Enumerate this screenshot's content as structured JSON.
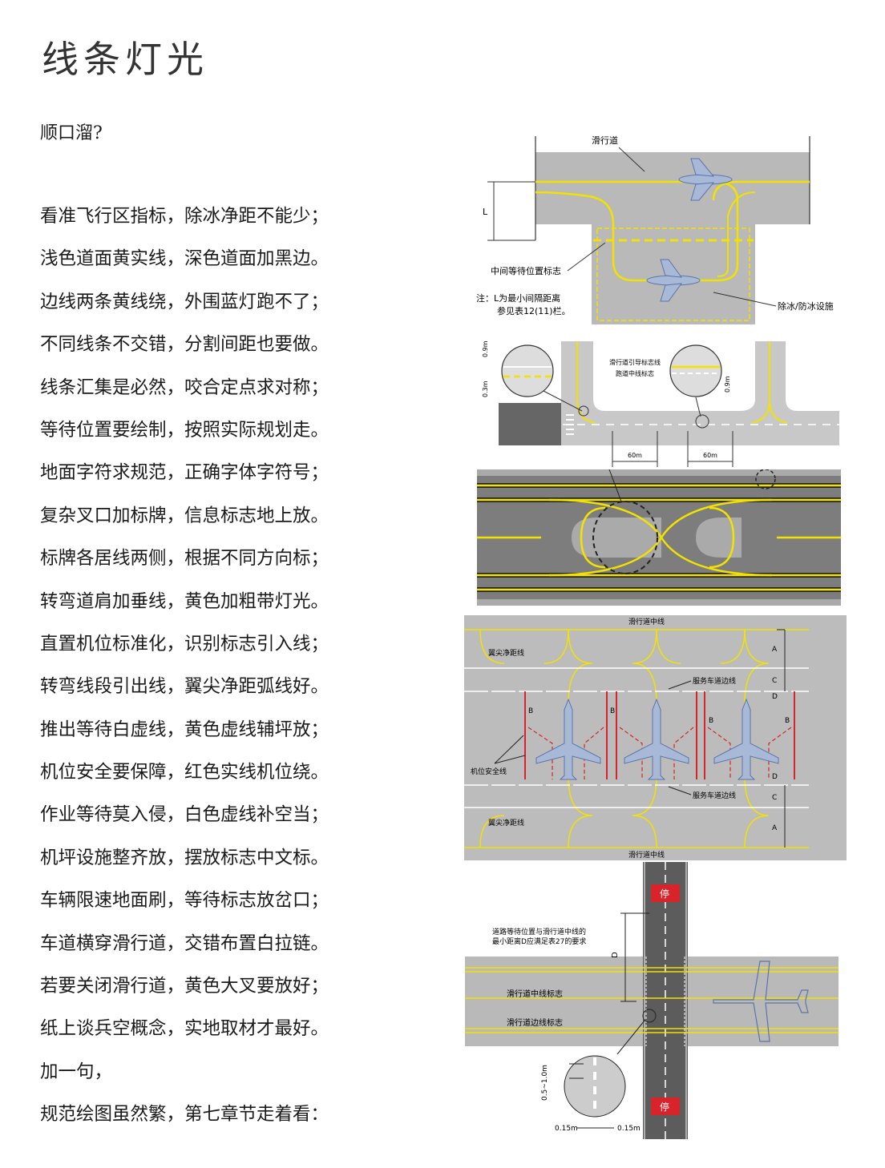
{
  "title": "线条灯光",
  "subtitle": "顺口溜?",
  "poem_lines": [
    "看准飞行区指标，除冰净距不能少；",
    "浅色道面黄实线，深色道面加黑边。",
    "边线两条黄线绕，外围蓝灯跑不了；",
    "不同线条不交错，分割间距也要做。",
    "线条汇集是必然，咬合定点求对称；",
    "等待位置要绘制，按照实际规划走。",
    "地面字符求规范，正确字体字符号；",
    "复杂叉口加标牌，信息标志地上放。",
    "标牌各居线两侧，根据不同方向标；",
    "转弯道肩加垂线，黄色加粗带灯光。",
    "直置机位标准化，识别标志引入线；",
    "转弯线段引出线，翼尖净距弧线好。",
    "推出等待白虚线，黄色虚线辅坪放；",
    "机位安全要保障，红色实线机位绕。",
    "作业等待莫入侵，白色虚线补空当；",
    "机坪设施整齐放，摆放标志中文标。",
    "车辆限速地面刷，等待标志放岔口；",
    "车道横穿滑行道，交错布置白拉链。",
    "若要关闭滑行道，黄色大叉要放好；",
    "纸上谈兵空概念，实地取材才最好。",
    "加一句，",
    "规范绘图虽然繁，第七章节走着看："
  ],
  "figures": {
    "fig1": {
      "taxiway": "滑行道",
      "L": "L",
      "intermediate": "中间等待位置标志",
      "note1": "注：L为最小间隔距离",
      "note2": "参见表12(11)栏。",
      "deice": "除冰/防冰设施"
    },
    "fig2": {
      "guide": "滑行道引导标志线",
      "runway_cl": "跑道中线标志",
      "d1": "0.9m",
      "d2": "0.3m",
      "d3": "0.9m",
      "sixty1": "60m",
      "sixty2": "60m"
    },
    "fig4": {
      "top_cl": "滑行道中线",
      "bottom_cl": "滑行道中线",
      "wing1": "翼尖净距线",
      "wing2": "翼尖净距线",
      "service1": "服务车道边线",
      "service2": "服务车道边线",
      "safety": "机位安全线",
      "A": "A",
      "C": "C",
      "D": "D",
      "B": "B"
    },
    "fig5": {
      "note1": "道路等待位置与滑行道中线的",
      "note2": "最小距离D应满足表27的要求",
      "D": "D",
      "cl": "滑行道中线标志",
      "edge": "滑行道边线标志",
      "range": "0.5~1.0m",
      "w1": "0.15m",
      "w2": "0.15m",
      "sign": "停"
    }
  },
  "colors": {
    "pavement": "#b8b8b8",
    "dark_pavement": "#808080",
    "yellow": "#f2e200",
    "red": "#d8232a",
    "blue": "#4a6fb5"
  }
}
